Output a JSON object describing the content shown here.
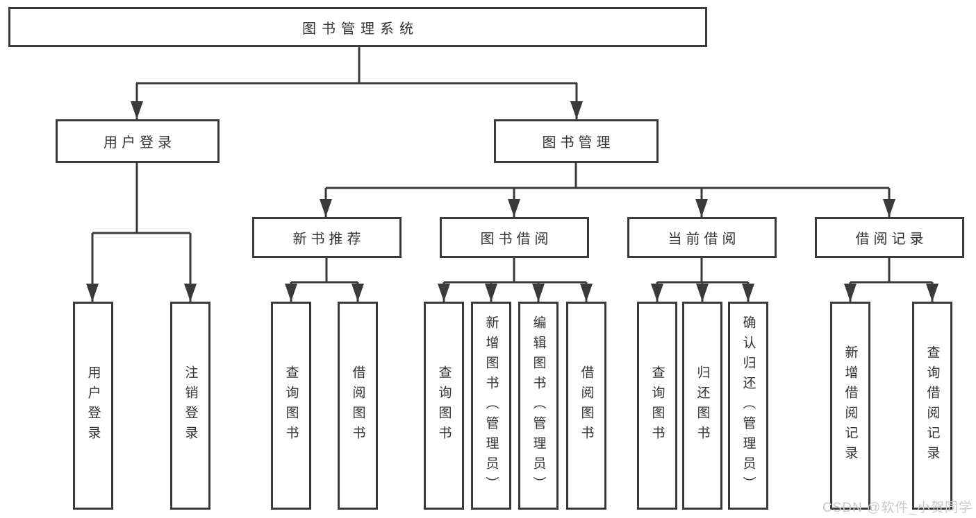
{
  "colors": {
    "line": "#3a3a3a",
    "text": "#333333",
    "watermark": "#c9c9c9",
    "background": "#ffffff"
  },
  "watermark": "CSDN @软件_小贺同学",
  "tree": {
    "root": {
      "label": "图书管理系统"
    },
    "children": [
      {
        "label": "用户登录",
        "children": [
          {
            "label": "用户登录"
          },
          {
            "label": "注销登录"
          }
        ]
      },
      {
        "label": "图书管理",
        "children": [
          {
            "label": "新书推荐",
            "children": [
              {
                "label": "查询图书"
              },
              {
                "label": "借阅图书"
              }
            ]
          },
          {
            "label": "图书借阅",
            "children": [
              {
                "label": "查询图书"
              },
              {
                "label": "新增图书（管理员）"
              },
              {
                "label": "编辑图书（管理员）"
              },
              {
                "label": "借阅图书"
              }
            ]
          },
          {
            "label": "当前借阅",
            "children": [
              {
                "label": "查询图书"
              },
              {
                "label": "归还图书"
              },
              {
                "label": "确认归还（管理员）"
              }
            ]
          },
          {
            "label": "借阅记录",
            "children": [
              {
                "label": "新增借阅记录"
              },
              {
                "label": "查询借阅记录"
              }
            ]
          }
        ]
      }
    ]
  }
}
